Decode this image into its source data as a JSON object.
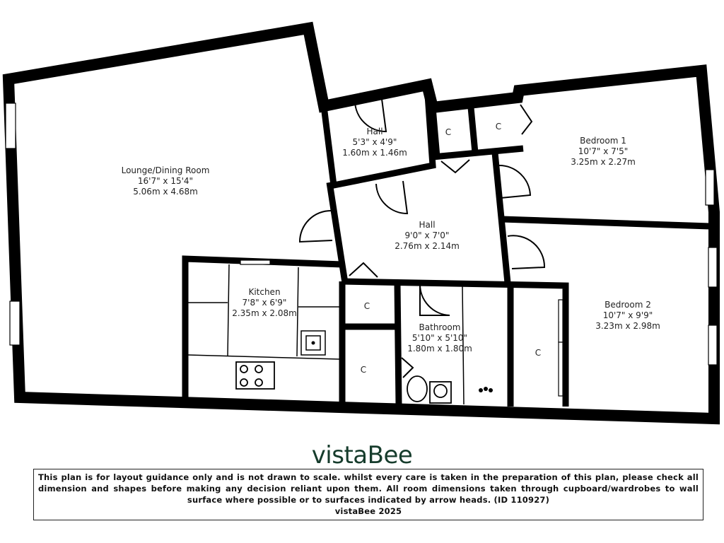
{
  "floorplan": {
    "rooms": [
      {
        "id": "lounge",
        "name": "Lounge/Dining Room",
        "imperial": "16'7\" x 15'4\"",
        "metric": "5.06m x 4.68m"
      },
      {
        "id": "hall-1",
        "name": "Hall",
        "imperial": "5'3\" x 4'9\"",
        "metric": "1.60m x 1.46m"
      },
      {
        "id": "hall-2",
        "name": "Hall",
        "imperial": "9'0\" x 7'0\"",
        "metric": "2.76m x 2.14m"
      },
      {
        "id": "bedroom-1",
        "name": "Bedroom 1",
        "imperial": "10'7\" x 7'5\"",
        "metric": "3.25m x 2.27m"
      },
      {
        "id": "kitchen",
        "name": "Kitchen",
        "imperial": "7'8\" x 6'9\"",
        "metric": "2.35m x 2.08m"
      },
      {
        "id": "bathroom",
        "name": "Bathroom",
        "imperial": "5'10\" x 5'10\"",
        "metric": "1.80m x 1.80m"
      },
      {
        "id": "bedroom-2",
        "name": "Bedroom 2",
        "imperial": "10'7\" x 9'9\"",
        "metric": "3.23m x 2.98m"
      }
    ],
    "cupboards": [
      {
        "label": "C"
      },
      {
        "label": "C"
      },
      {
        "label": "C"
      },
      {
        "label": "C"
      },
      {
        "label": "C"
      }
    ],
    "colors": {
      "wall": "#000000",
      "background": "#ffffff",
      "text": "#222222"
    }
  },
  "brand": {
    "logo_text": "vistaBee",
    "logo_color": "#163c2c"
  },
  "disclaimer": {
    "text": "This plan is for layout guidance only and is not drawn to scale. whilst every care is taken in the preparation of this plan, please check all dimension and shapes before making any decision reliant upon them. All room dimensions taken through cupboard/wardrobes to wall surface where possible or to surfaces indicated by arrow heads. (ID 110927)",
    "copyright": "vistaBee 2025"
  }
}
